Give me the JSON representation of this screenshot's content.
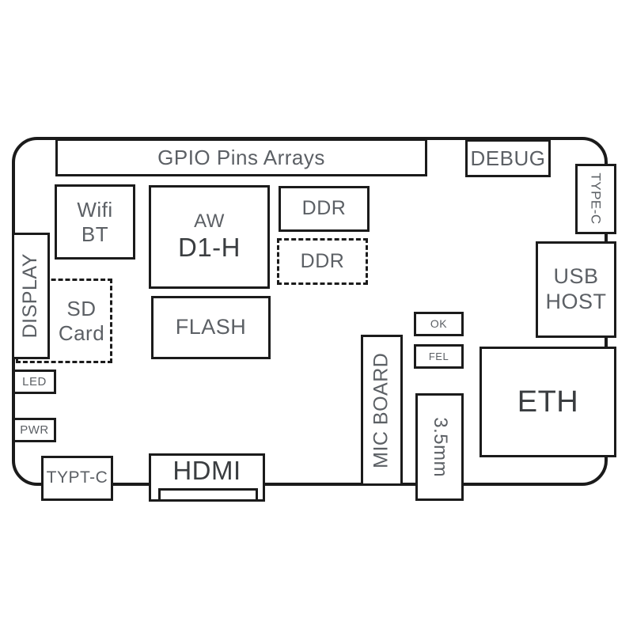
{
  "colors": {
    "outline": "#1b1b1b",
    "label": "#5c6065",
    "label_dark": "#3a3d40",
    "background": "#ffffff"
  },
  "board": {
    "top_bar": {
      "label": "GPIO Pins Arrays"
    },
    "debug": {
      "label": "DEBUG"
    },
    "type_c": {
      "label": "TYPE-C"
    },
    "usb_host": {
      "lines": [
        "USB",
        "HOST"
      ]
    },
    "eth": {
      "label": "ETH"
    },
    "wifi": {
      "lines": [
        "Wifi",
        "BT"
      ]
    },
    "soc": {
      "lines": [
        "AW",
        "D1-H"
      ]
    },
    "ddr_primary": {
      "label": "DDR"
    },
    "ddr_optional": {
      "label": "DDR"
    },
    "flash": {
      "label": "FLASH"
    },
    "sd_card": {
      "lines": [
        "SD",
        "Card"
      ]
    },
    "display": {
      "label": "DISPLAY"
    },
    "led": {
      "label": "LED"
    },
    "pwr": {
      "label": "PWR"
    },
    "typt_c": {
      "label": "TYPT-C"
    },
    "hdmi": {
      "label": "HDMI"
    },
    "mic_board": {
      "label": "MIC BOARD"
    },
    "audio_jack": {
      "label": "3.5mm"
    },
    "ok_button": {
      "label": "OK"
    },
    "fel_button": {
      "label": "FEL"
    }
  }
}
